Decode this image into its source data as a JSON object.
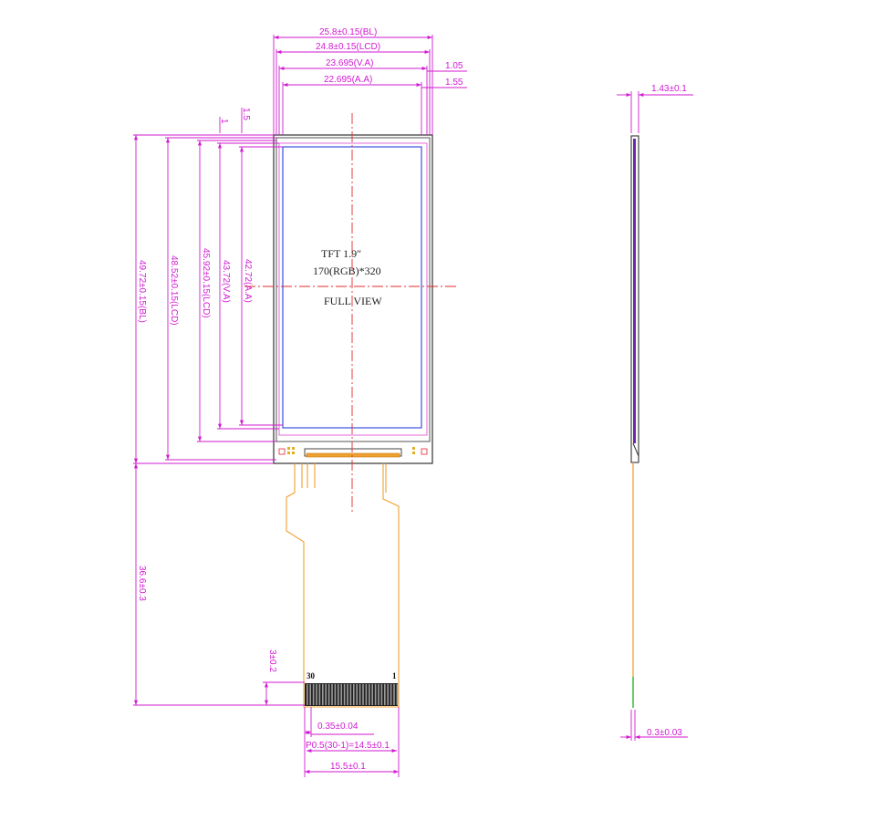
{
  "front_view": {
    "panel_label_1": "TFT 1.9″",
    "panel_label_2": "170(RGB)*320",
    "panel_label_3": "FULL VIEW",
    "pin_first": "30",
    "pin_last": "1"
  },
  "dimensions": {
    "width_bl": "25.8±0.15(BL)",
    "width_lcd": "24.8±0.15(LCD)",
    "width_va": "23.695(V.A)",
    "width_aa": "22.695(A.A)",
    "offset_va": "1.05",
    "offset_aa": "1.55",
    "top_offset_1": "1",
    "top_offset_2": "1.5",
    "height_bl": "49.72±0.15(BL)",
    "height_lcd": "48.52±0.15(LCD)",
    "height_lcd2": "45.92±0.15(LCD)",
    "height_va": "43.72(V.A)",
    "height_aa": "42.72(A.A)",
    "fpc_length": "36.6±0.3",
    "finger_length": "3±0.2",
    "pin_width": "0.35±0.04",
    "pitch": "P0.5(30-1)=14.5±0.1",
    "fpc_width": "15.5±0.1"
  },
  "side_view": {
    "thickness": "1.43±0.1",
    "fpc_thickness": "0.3±0.03"
  },
  "colors": {
    "dimension": "#d21ad2",
    "centerline": "#e0282d",
    "active_area": "#3a4fe0",
    "fpc": "#f0a030"
  }
}
